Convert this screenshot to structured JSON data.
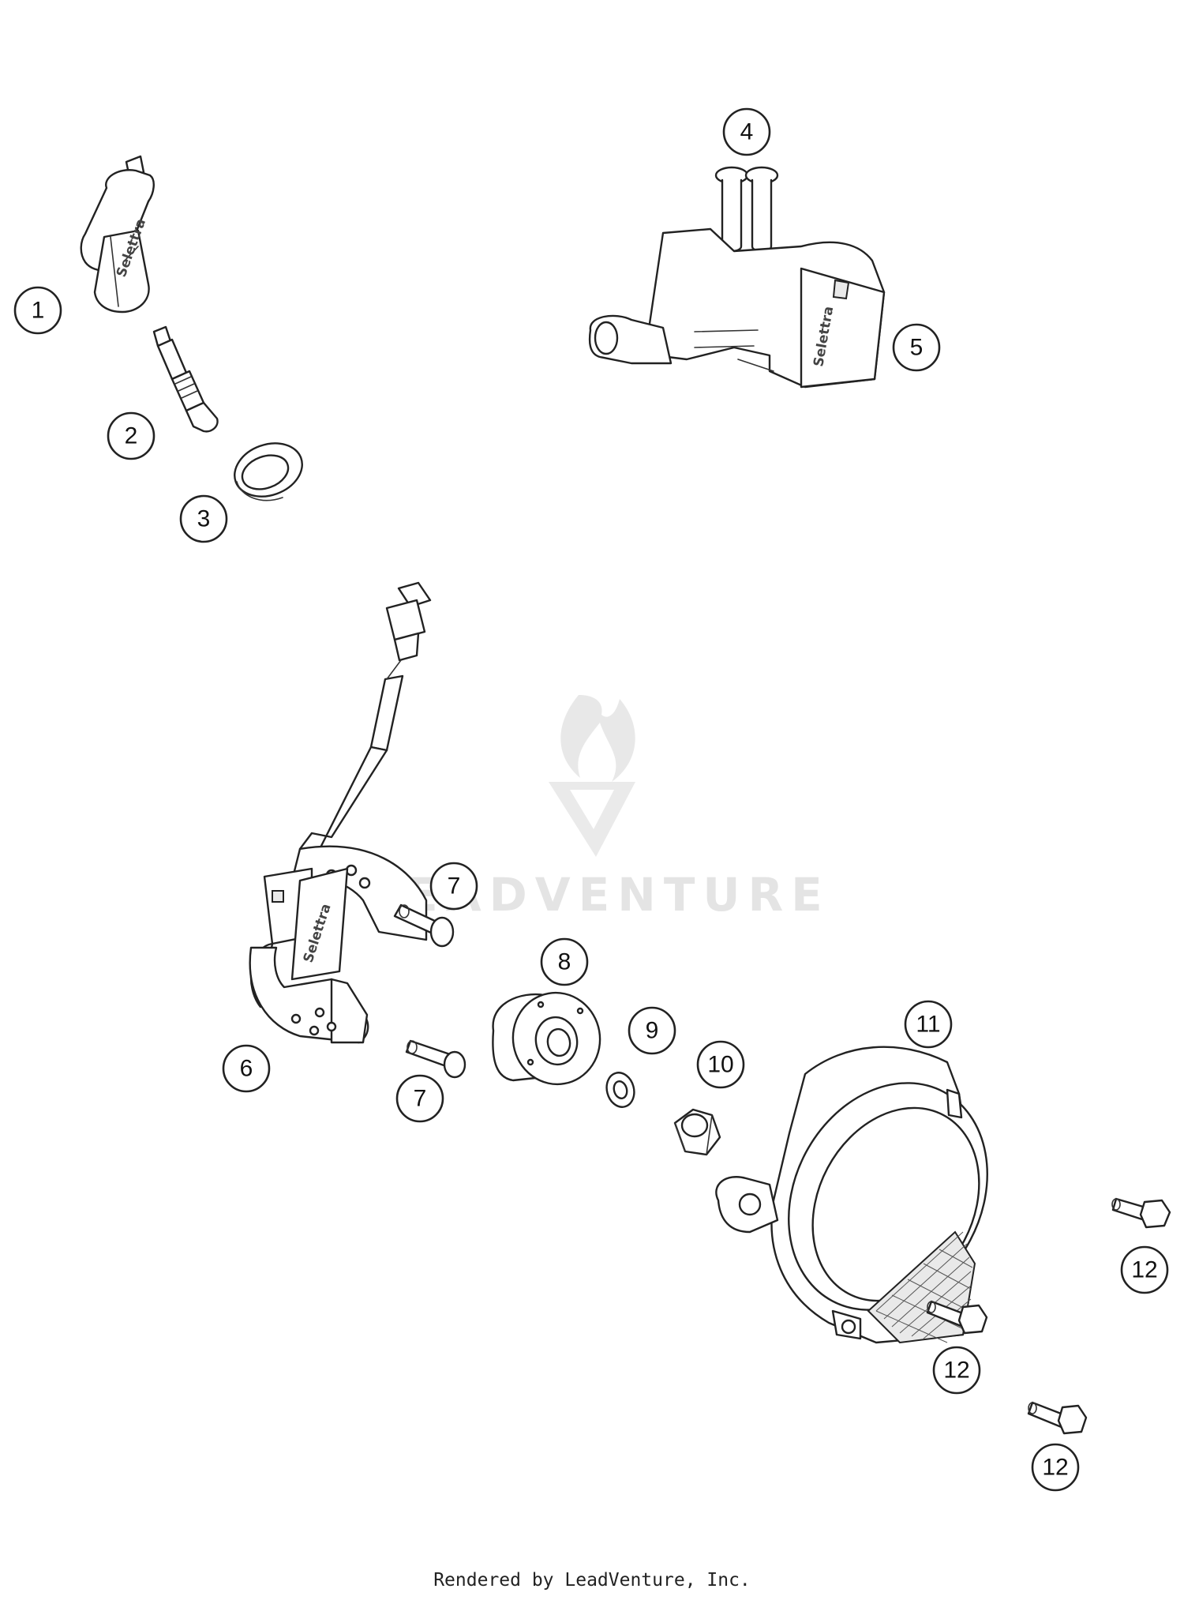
{
  "callouts": [
    "1",
    "2",
    "3",
    "4",
    "5",
    "6",
    "7",
    "7",
    "8",
    "9",
    "10",
    "11",
    "12",
    "12",
    "12"
  ],
  "brand_marks": [
    "Selettra",
    "Selettra",
    "Selettra"
  ],
  "watermark": "LEADVENTURE",
  "footer": "Rendered by LeadVenture, Inc."
}
